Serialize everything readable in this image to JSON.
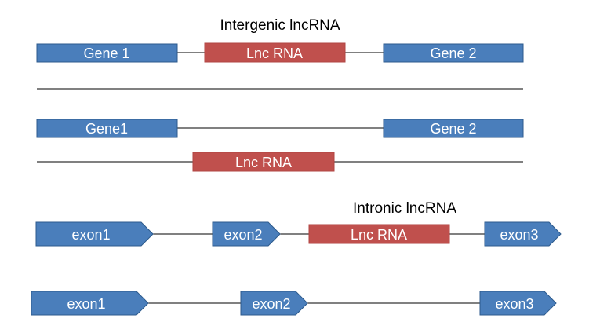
{
  "intergenic": {
    "title": "Intergenic lncRNA",
    "row1": {
      "gene_a": "Gene 1",
      "lnc": "Lnc RNA",
      "gene_b": "Gene 2"
    },
    "row2": {
      "gene_a": "Gene1",
      "gene_b": "Gene 2",
      "lnc": "Lnc RNA"
    }
  },
  "intronic": {
    "title": "Intronic lncRNA",
    "row1": {
      "exon_a": "exon1",
      "exon_b": "exon2",
      "lnc": "Lnc RNA",
      "exon_c": "exon3"
    },
    "row2": {
      "exon_a": "exon1",
      "exon_b": "exon2",
      "exon_c": "exon3"
    }
  },
  "colors": {
    "gene": "#4a7ebb",
    "lnc": "#c0504d",
    "line": "#000000"
  }
}
